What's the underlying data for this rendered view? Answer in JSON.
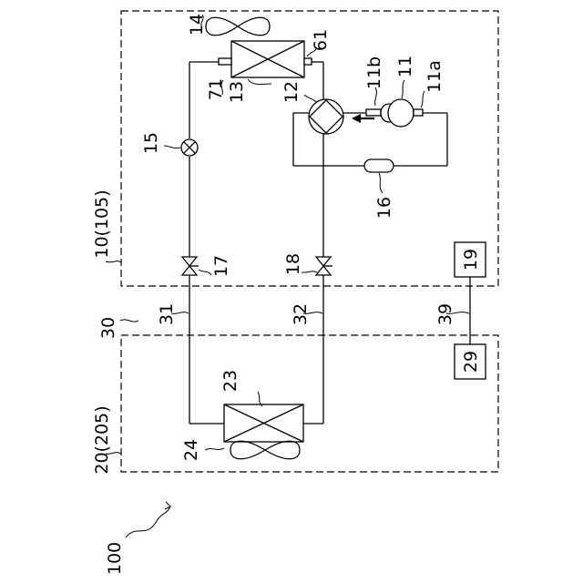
{
  "labels": {
    "outdoor_unit": "10(105)",
    "indoor_unit": "20(205)",
    "system": "100",
    "connection": "30",
    "fan_outdoor": "14",
    "heat_exchanger_outdoor": "13",
    "port_61": "61",
    "port_71": "71",
    "four_way_valve": "12",
    "compressor": "11",
    "compressor_discharge": "11b",
    "compressor_suction": "11a",
    "expansion_valve": "15",
    "accumulator": "16",
    "valve_17": "17",
    "valve_18": "18",
    "controller_outdoor": "19",
    "controller_indoor": "29",
    "pipe_31": "31",
    "pipe_32": "32",
    "wire_39": "39",
    "heat_exchanger_indoor": "23",
    "fan_indoor": "24"
  }
}
